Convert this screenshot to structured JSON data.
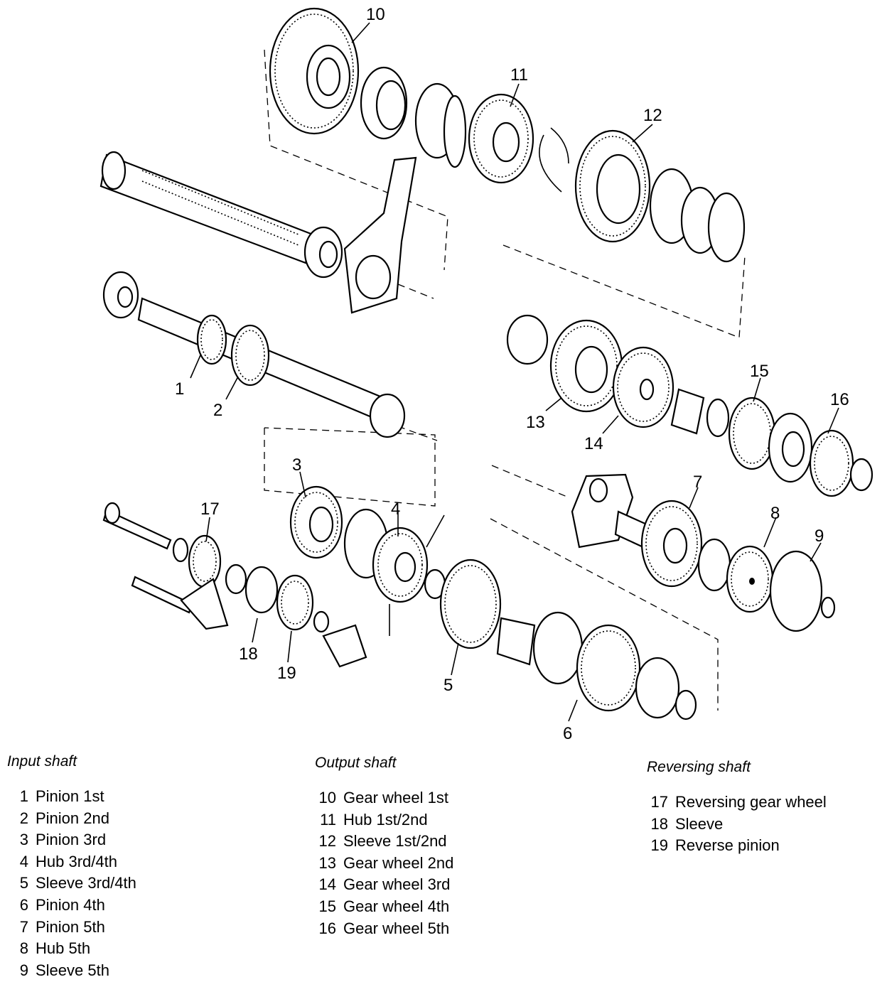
{
  "callouts": [
    {
      "id": "1",
      "label": "1"
    },
    {
      "id": "2",
      "label": "2"
    },
    {
      "id": "3",
      "label": "3"
    },
    {
      "id": "4",
      "label": "4"
    },
    {
      "id": "5",
      "label": "5"
    },
    {
      "id": "6",
      "label": "6"
    },
    {
      "id": "7",
      "label": "7"
    },
    {
      "id": "8",
      "label": "8"
    },
    {
      "id": "9",
      "label": "9"
    },
    {
      "id": "10",
      "label": "10"
    },
    {
      "id": "11",
      "label": "11"
    },
    {
      "id": "12",
      "label": "12"
    },
    {
      "id": "13",
      "label": "13"
    },
    {
      "id": "14",
      "label": "14"
    },
    {
      "id": "15",
      "label": "15"
    },
    {
      "id": "16",
      "label": "16"
    },
    {
      "id": "17",
      "label": "17"
    },
    {
      "id": "18",
      "label": "18"
    },
    {
      "id": "19",
      "label": "19"
    }
  ],
  "legend": {
    "input_shaft": {
      "title": "Input shaft",
      "items": [
        {
          "num": "1",
          "text": "Pinion 1st"
        },
        {
          "num": "2",
          "text": "Pinion 2nd"
        },
        {
          "num": "3",
          "text": "Pinion 3rd"
        },
        {
          "num": "4",
          "text": "Hub 3rd/4th"
        },
        {
          "num": "5",
          "text": "Sleeve 3rd/4th"
        },
        {
          "num": "6",
          "text": "Pinion 4th"
        },
        {
          "num": "7",
          "text": "Pinion 5th"
        },
        {
          "num": "8",
          "text": "Hub 5th"
        },
        {
          "num": "9",
          "text": "Sleeve 5th"
        }
      ]
    },
    "output_shaft": {
      "title": "Output shaft",
      "items": [
        {
          "num": "10",
          "text": "Gear wheel 1st"
        },
        {
          "num": "11",
          "text": "Hub 1st/2nd"
        },
        {
          "num": "12",
          "text": "Sleeve 1st/2nd"
        },
        {
          "num": "13",
          "text": "Gear wheel 2nd"
        },
        {
          "num": "14",
          "text": "Gear wheel 3rd"
        },
        {
          "num": "15",
          "text": "Gear wheel 4th"
        },
        {
          "num": "16",
          "text": "Gear wheel 5th"
        }
      ]
    },
    "reversing_shaft": {
      "title": "Reversing shaft",
      "items": [
        {
          "num": "17",
          "text": "Reversing gear wheel"
        },
        {
          "num": "18",
          "text": "Sleeve"
        },
        {
          "num": "19",
          "text": "Reverse pinion"
        }
      ]
    }
  }
}
